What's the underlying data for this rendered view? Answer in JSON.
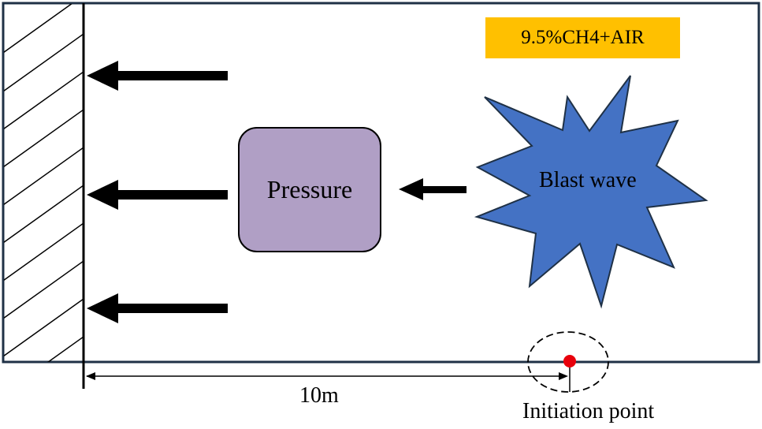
{
  "mixture": {
    "label": "9.5%CH4+AIR"
  },
  "pressure": {
    "label": "Pressure"
  },
  "blast_wave": {
    "label": "Blast wave"
  },
  "distance": {
    "label": "10m"
  },
  "initiation": {
    "label": "Initiation point"
  },
  "colors": {
    "frame": "#1f3146",
    "mixture_bg": "#ffc000",
    "pressure_fill": "#b09fc5",
    "blast_fill": "#4472c4",
    "ignition_dot": "#e8000b",
    "arrow": "#000000"
  },
  "icons": {
    "wall": "hatched-wall-icon",
    "blast": "starburst-icon",
    "ignition": "red-dot-icon"
  }
}
